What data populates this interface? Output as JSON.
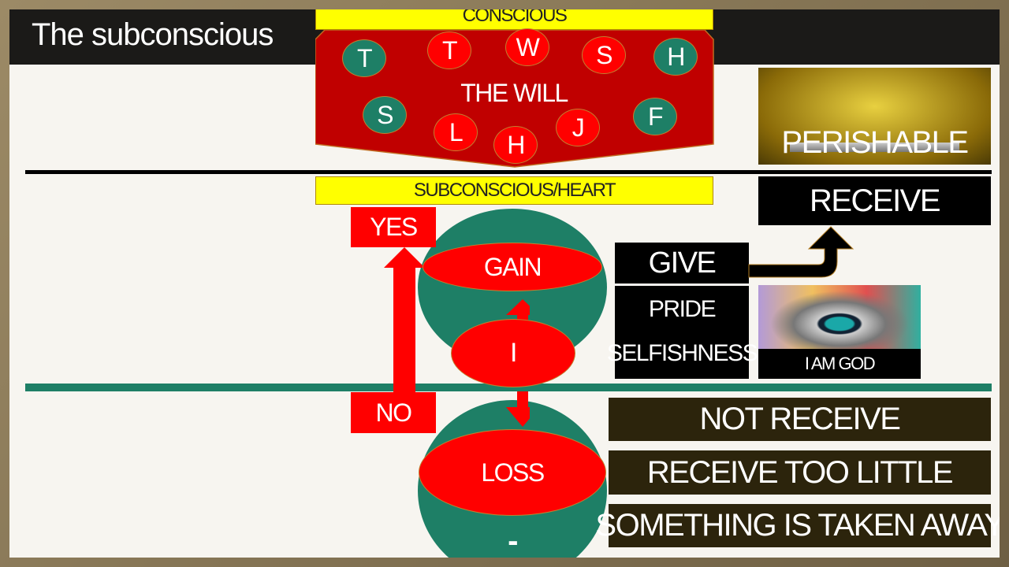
{
  "title": "The subconscious",
  "conscious_label": "CONSCIOUS",
  "will_label": "THE WILL",
  "will_letters": [
    {
      "letter": "T",
      "color": "green"
    },
    {
      "letter": "T",
      "color": "red"
    },
    {
      "letter": "W",
      "color": "red"
    },
    {
      "letter": "S",
      "color": "red"
    },
    {
      "letter": "H",
      "color": "green"
    },
    {
      "letter": "S",
      "color": "green"
    },
    {
      "letter": "L",
      "color": "red"
    },
    {
      "letter": "H",
      "color": "red"
    },
    {
      "letter": "J",
      "color": "red"
    },
    {
      "letter": "F",
      "color": "green"
    }
  ],
  "perishable_label": "PERISHABLE",
  "subconscious_label": "SUBCONSCIOUS/HEART",
  "receive_label": "RECEIVE",
  "yes_label": "YES",
  "no_label": "NO",
  "gain_label": "GAIN",
  "i_label": "I",
  "loss_label": "LOSS",
  "minus_label": "-",
  "give_label": "GIVE",
  "pride_label": "PRIDE",
  "selfishness_label": "SELFISHNESS",
  "i_am_god_label": "I AM GOD",
  "outcomes": [
    "NOT RECEIVE",
    "RECEIVE TOO LITTLE",
    "SOMETHING IS TAKEN AWAY"
  ],
  "colors": {
    "red": "#ff0000",
    "dark_red": "#c00000",
    "green": "#1e7f66",
    "yellow": "#ffff00",
    "dark": "#2c240c"
  }
}
